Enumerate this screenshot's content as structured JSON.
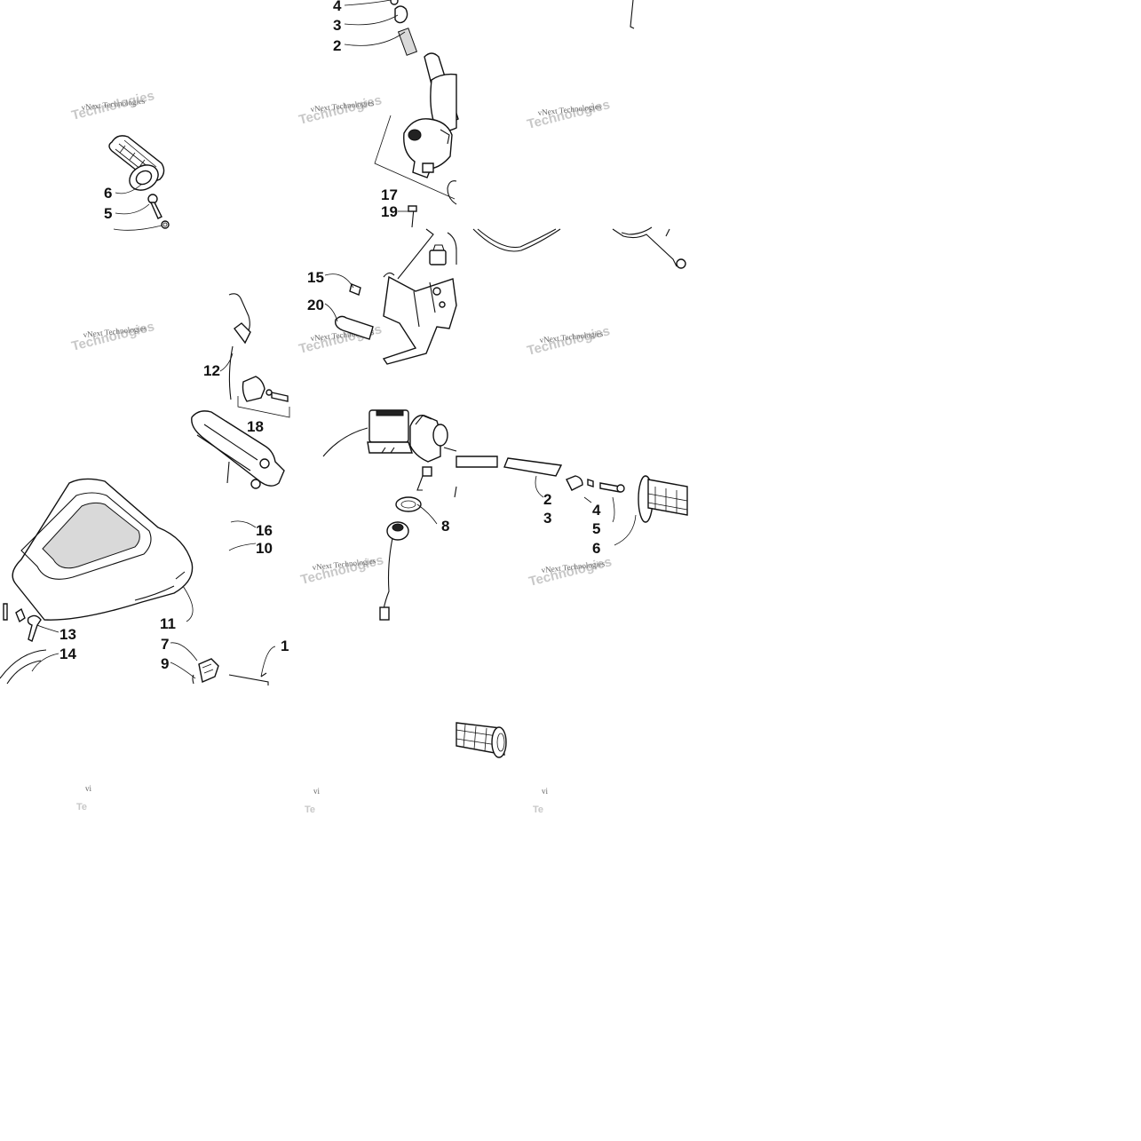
{
  "watermark_text": "vNext Technologies",
  "watermark_fragment": "vi",
  "callouts": {
    "c_4a": "4",
    "c_3a": "3",
    "c_2a": "2",
    "c_6a": "6",
    "c_5a": "5",
    "c_17": "17",
    "c_19": "19",
    "c_15": "15",
    "c_20": "20",
    "c_12": "12",
    "c_18": "18",
    "c_16": "16",
    "c_10": "10",
    "c_8": "8",
    "c_2b": "2",
    "c_3b": "3",
    "c_4b": "4",
    "c_5b": "5",
    "c_6b": "6",
    "c_11": "11",
    "c_13": "13",
    "c_14": "14",
    "c_7": "7",
    "c_9": "9",
    "c_1": "1"
  }
}
